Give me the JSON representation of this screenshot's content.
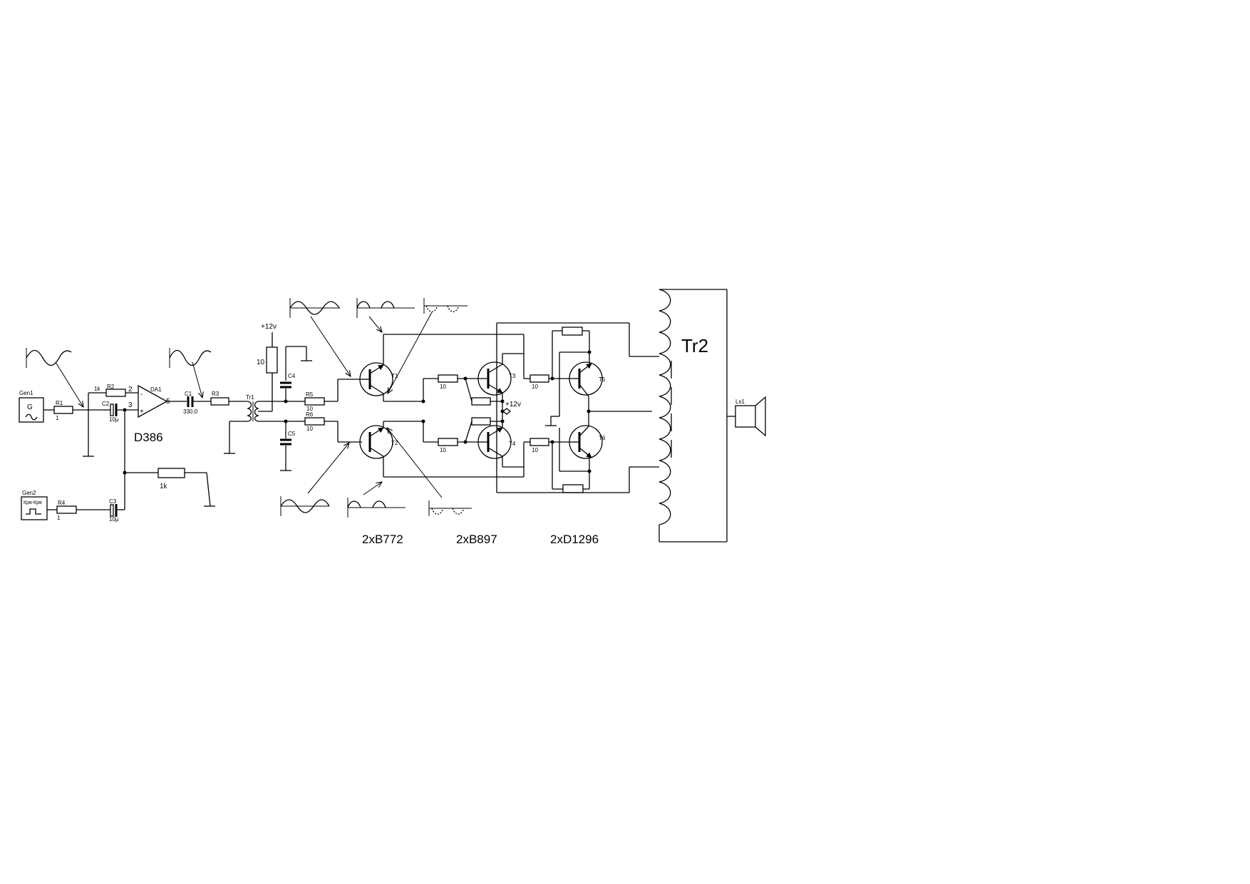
{
  "generators": {
    "gen1": {
      "label": "Gen1",
      "symbol": "G"
    },
    "gen2": {
      "label": "Gen2",
      "symbol": "Кря-Кря"
    }
  },
  "resistors": {
    "r1": {
      "label": "R1",
      "value": "1"
    },
    "r2": {
      "label": "R2",
      "value": "1k"
    },
    "r3": {
      "label": "R3"
    },
    "r4": {
      "label": "R4",
      "value": "1"
    },
    "r5": {
      "label": "R5",
      "value": "10"
    },
    "r6": {
      "label": "R6",
      "value": "10"
    },
    "r_bias": {
      "value": "10"
    },
    "r_fb": {
      "value": "1k"
    },
    "r_t3": {
      "value": "10"
    },
    "r_t4": {
      "value": "10"
    },
    "r_t5": {
      "value": "10"
    },
    "r_t6": {
      "value": "10"
    }
  },
  "capacitors": {
    "c1": {
      "label": "C1",
      "value": "330.0"
    },
    "c2": {
      "label": "C2",
      "value": "10µ"
    },
    "c3": {
      "label": "C3",
      "value": "10µ"
    },
    "c4": {
      "label": "C4"
    },
    "c5": {
      "label": "C5"
    }
  },
  "opamp": {
    "label": "DA1",
    "part": "D386",
    "pin_inv": "2",
    "pin_noninv": "3",
    "pin_out": "5",
    "sign_minus": "-",
    "sign_plus": "+"
  },
  "transformers": {
    "tr1": "Tr1",
    "tr2": "Tr2"
  },
  "transistors": {
    "t1": "T1",
    "t2": "T2",
    "t3": "T3",
    "t4": "T4",
    "t5": "T5",
    "t6": "T6"
  },
  "supply": {
    "top": "+12v",
    "mid": "+12v"
  },
  "speaker": {
    "label": "Ls1"
  },
  "parts_list": {
    "pair1": "2xB772",
    "pair2": "2xB897",
    "pair3": "2xD1296"
  }
}
